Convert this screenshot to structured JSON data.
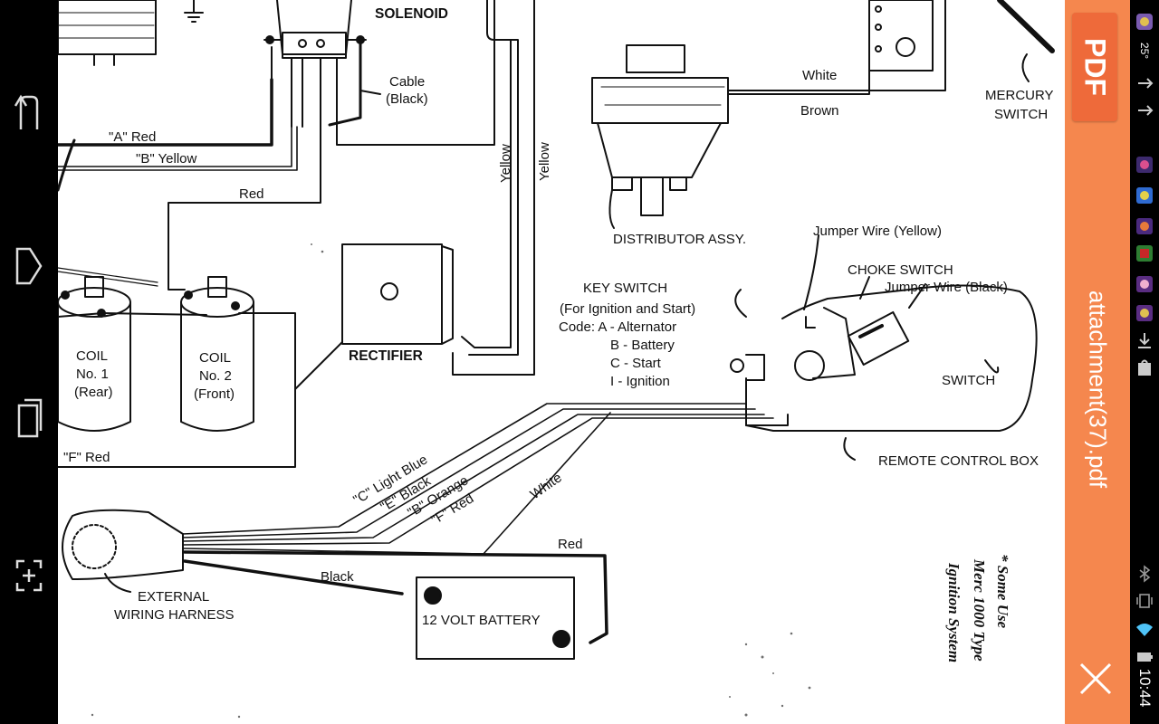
{
  "navbar": {
    "buttons": [
      "back-button",
      "home-button",
      "recent-apps-button",
      "screenshot-button"
    ]
  },
  "document": {
    "filename": "attachment(37).pdf",
    "badge": "PDF",
    "diagram": {
      "solenoid": "SOLENOID",
      "cable_line1": "Cable",
      "cable_line2": "(Black)",
      "wire_a_red": "\"A\" Red",
      "wire_b_yellow": "\"B\" Yellow",
      "wire_red_top": "Red",
      "yellow_1": "Yellow",
      "yellow_2": "Yellow",
      "white_top": "White",
      "brown": "Brown",
      "mercury_line1": "MERCURY",
      "mercury_line2": "SWITCH",
      "distributor": "DISTRIBUTOR ASSY.",
      "jumper_yellow": "Jumper Wire (Yellow)",
      "choke_switch": "CHOKE SWITCH",
      "jumper_black": "Jumper Wire (Black)",
      "key_switch": "KEY SWITCH",
      "key_switch_sub": "(For Ignition and Start)",
      "code_a": "Code:  A  -  Alternator",
      "code_b": "B  -  Battery",
      "code_c": "C  -  Start",
      "code_i": "I  -  Ignition",
      "switch": "SWITCH",
      "remote_box": "REMOTE CONTROL BOX",
      "coil1_l1": "COIL",
      "coil1_l2": "No. 1",
      "coil1_l3": "(Rear)",
      "coil2_l1": "COIL",
      "coil2_l2": "No. 2",
      "coil2_l3": "(Front)",
      "rectifier": "RECTIFIER",
      "wire_f_red": "\"F\" Red",
      "wire_c": "\"C\" Light Blue",
      "wire_e": "\"E\" Black",
      "wire_b": "\"B\" Orange",
      "wire_f": "\"F\" Red",
      "white_diag": "White",
      "red_batt": "Red",
      "black_batt": "Black",
      "harness_l1": "EXTERNAL",
      "harness_l2": "WIRING HARNESS",
      "battery": "12 VOLT BATTERY",
      "footnote_l1": "* Some Use",
      "footnote_l2": "Merc 1000 Type",
      "footnote_l3": "Ignition System"
    }
  },
  "close_icon": "close-icon",
  "status": {
    "time": "10:44",
    "temperature": "25°",
    "icons": [
      "app-notification-icon",
      "app-notification-icon",
      "app-notification-icon",
      "app-notification-icon",
      "app-notification-icon",
      "app-notification-icon",
      "app-notification-icon",
      "download-icon",
      "bag-icon",
      "bluetooth-icon",
      "vibrate-icon",
      "wifi-icon",
      "battery-icon"
    ]
  }
}
